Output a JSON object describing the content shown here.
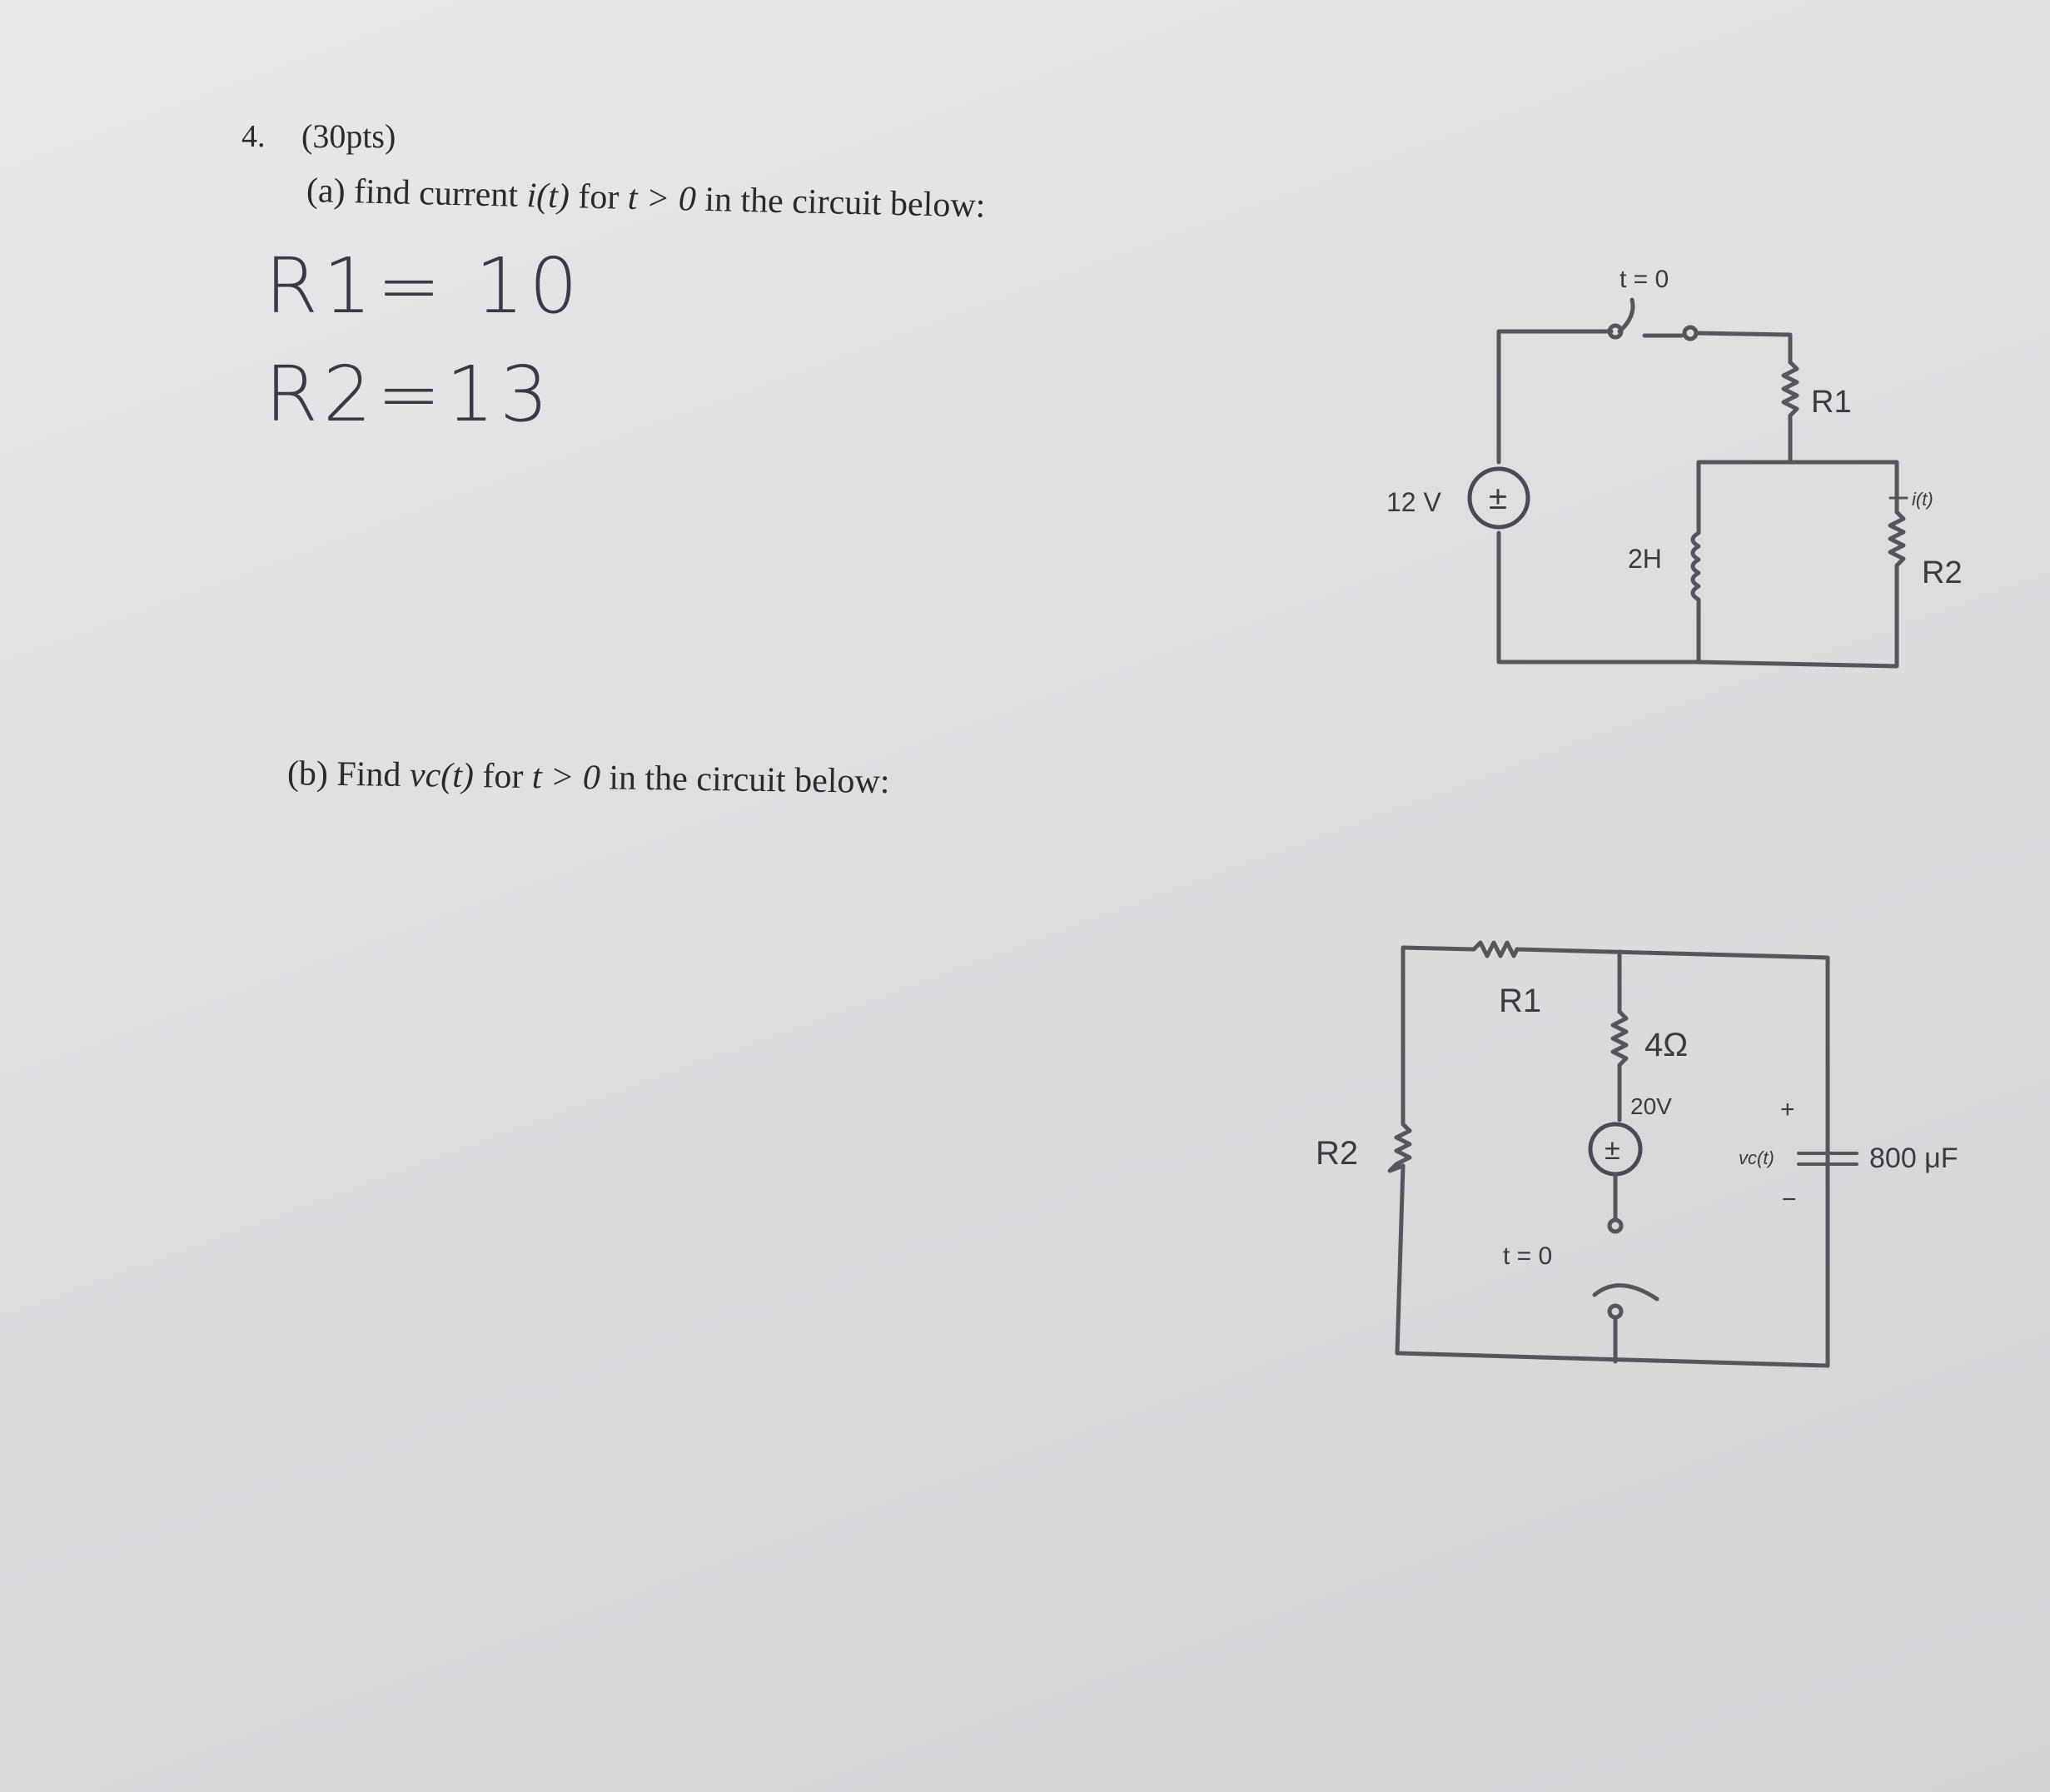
{
  "problem": {
    "number": "4.",
    "points": "(30pts)",
    "part_a": {
      "label": "(a) find current",
      "var": "i(t)",
      "for": "for",
      "cond": "t > 0",
      "rest": "in the circuit below:"
    },
    "part_b": {
      "label": "(b) Find",
      "var": "vc(t)",
      "for": "for",
      "cond": "t > 0",
      "rest": "in the circuit below:"
    }
  },
  "handwritten": {
    "line1": "R1= 10",
    "line2": "R2=13"
  },
  "circuit_a": {
    "switch_label": "t = 0",
    "source_label": "12 V",
    "source_symbol": "±",
    "inductor_label": "2H",
    "r1_label": "R1",
    "r2_label": "R2",
    "current_label": "i(t)"
  },
  "circuit_b": {
    "r1_label": "R1",
    "r2_label": "R2",
    "r_label": "4Ω",
    "source_label": "20V",
    "source_symbol": "±",
    "switch_label": "t = 0",
    "plus_sign": "+",
    "minus_sign": "−",
    "vc_label": "vc(t)",
    "cap_label": "800 μF"
  }
}
